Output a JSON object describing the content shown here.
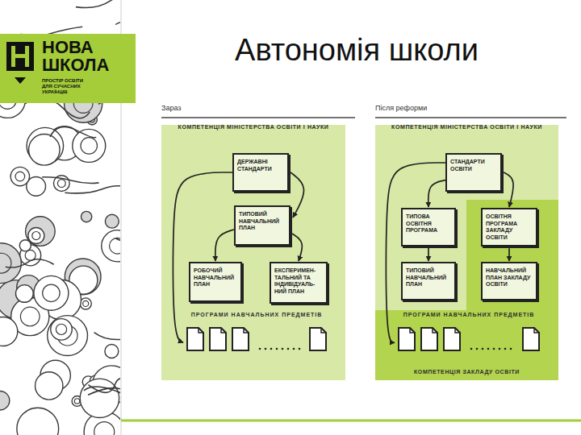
{
  "diagram": {
    "title": "Автономія школи",
    "nodes": [
      {
        "text": [
          "НОВА ШКОЛА",
          "ПРОСТІР ОСВІТИ ДЛЯ СУЧАСНИХ УКРАЇНЦІВ"
        ]
      },
      {
        "text": [
          "Зараз",
          "КОМПЕТЕНЦІЯ МІНІСТЕРСТВА ОСВІТИ І НАУКИ"
        ]
      },
      {
        "text": [
          "ДЕРЖАВНІ СТАНДАРТИ"
        ],
        "in": 1
      },
      {
        "text": [
          "ТИПОВИЙ НАВЧАЛЬНИЙ ПЛАН"
        ],
        "in": 1
      },
      {
        "text": [
          "РОБОЧИЙ НАВЧАЛЬНИЙ ПЛАН"
        ],
        "in": 1
      },
      {
        "text": [
          "ЕКСПЕРИМЕН-ТАЛЬНИЙ ТА ІНДИВІДУАЛЬ-НИЙ ПЛАН"
        ],
        "in": 1
      },
      {
        "text": [
          "ПРОГРАМИ НАВЧАЛЬНИХ ПРЕДМЕТІВ"
        ],
        "in": 1
      },
      {
        "text": [
          "Після реформи",
          "КОМПЕТЕНЦІЯ МІНІСТЕРСТВА ОСВІТИ І НАУКИ"
        ]
      },
      {
        "text": [
          "СТАНДАРТИ ОСВІТИ"
        ],
        "in": 7
      },
      {
        "text": [
          "ТИПОВА ОСВІТНЯ ПРОГРАМА"
        ],
        "in": 7
      },
      {
        "text": [
          "КОМПЕТЕНЦІЯ ЗАКЛАДУ ОСВІТИ"
        ],
        "in": 7
      },
      {
        "text": [
          "ОСВІТНЯ ПРОГРАМА ЗАКЛАДУ ОСВІТИ"
        ],
        "in": 10
      },
      {
        "text": [
          "ТИПОВИЙ НАВЧАЛЬНИЙ ПЛАН"
        ],
        "in": 7
      },
      {
        "text": [
          "НАВЧАЛЬНИЙ ПЛАН ЗАКЛАДУ ОСВІТИ"
        ],
        "in": 10
      },
      {
        "text": [
          "ПРОГРАМИ НАВЧАЛЬНИХ ПРЕДМЕТІВ"
        ],
        "in": 10
      }
    ],
    "edges": [
      {
        "from": 2,
        "to": 3,
        "arrow": "to"
      },
      {
        "from": 2,
        "to": 6,
        "arrow": "to"
      },
      {
        "from": 3,
        "to": 4,
        "arrow": "to"
      },
      {
        "from": 3,
        "to": 5,
        "arrow": "to"
      },
      {
        "from": 8,
        "to": 9,
        "arrow": "to"
      },
      {
        "from": 8,
        "to": 11,
        "arrow": "to"
      },
      {
        "from": 9,
        "to": 12,
        "arrow": "to"
      },
      {
        "from": 11,
        "to": 13,
        "arrow": "to"
      },
      {
        "from": 8,
        "to": 14,
        "arrow": "to"
      }
    ]
  }
}
